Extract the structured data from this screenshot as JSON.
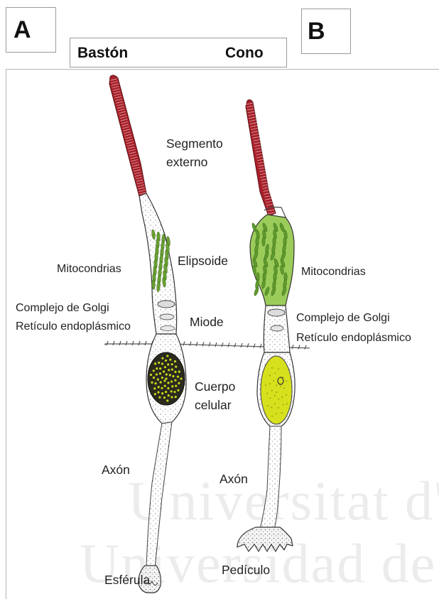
{
  "panels": {
    "a": "A",
    "b": "B"
  },
  "header": {
    "left": "Bastón",
    "right": "Cono"
  },
  "watermark": {
    "line1": "Universitat d'",
    "line2": "Universidad de"
  },
  "labels": {
    "segmento_1": "Segmento",
    "segmento_2": "externo",
    "elipsoide": "Elipsoide",
    "mito_left": "Mitocondrias",
    "mito_right": "Mitocondrias",
    "golgi_left": "Complejo de Golgi",
    "reticulo_left": "Retículo endoplásmico",
    "miode": "Miode",
    "golgi_right": "Complejo de Golgi",
    "reticulo_right": "Retículo endoplásmico",
    "cuerpo_1": "Cuerpo",
    "cuerpo_2": "celular",
    "axon_left": "Axón",
    "axon_right": "Axón",
    "esferula": "Esférula",
    "pediculo": "Pedículo"
  },
  "colors": {
    "outer_segment": "#a8202a",
    "mitochondria": "#6aa033",
    "cone_mito_bg": "#9bcc5a",
    "rod_nucleus": "#2a2a1e",
    "nucleus_yellow": "#c9d81a",
    "cone_nucleus": "#d7e01c",
    "outline": "#333333"
  }
}
